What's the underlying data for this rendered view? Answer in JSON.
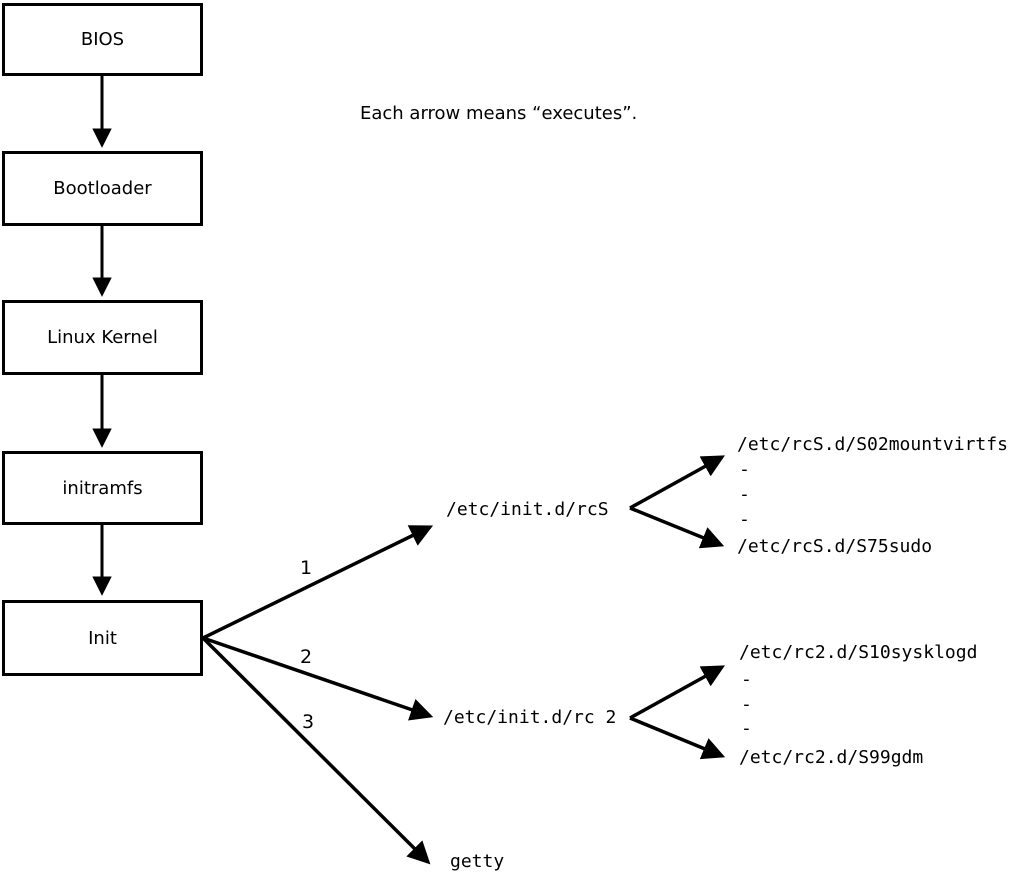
{
  "note": "Each arrow means “executes”.",
  "boxes": [
    {
      "label": "BIOS"
    },
    {
      "label": "Bootloader"
    },
    {
      "label": "Linux Kernel"
    },
    {
      "label": "initramfs"
    },
    {
      "label": "Init"
    }
  ],
  "init_branches": [
    {
      "number": "1",
      "target": "/etc/init.d/rcS",
      "children": [
        "/etc/rcS.d/S02mountvirtfs",
        "-",
        "-",
        "-",
        "/etc/rcS.d/S75sudo"
      ]
    },
    {
      "number": "2",
      "target": "/etc/init.d/rc 2",
      "children": [
        "/etc/rc2.d/S10sysklogd",
        "-",
        "-",
        "-",
        "/etc/rc2.d/S99gdm"
      ]
    },
    {
      "number": "3",
      "target": "getty"
    }
  ],
  "colors": {
    "line": "#000000",
    "background": "#ffffff"
  }
}
